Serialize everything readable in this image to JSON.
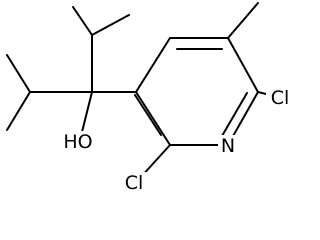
{
  "molecule": {
    "atoms": {
      "hydroxyl": "HO",
      "ring_nitrogen": "N",
      "chlorine_right": "Cl",
      "chlorine_bottom": "Cl"
    }
  },
  "colors": {
    "bond": "#000000",
    "text": "#000000",
    "background": "#ffffff"
  }
}
